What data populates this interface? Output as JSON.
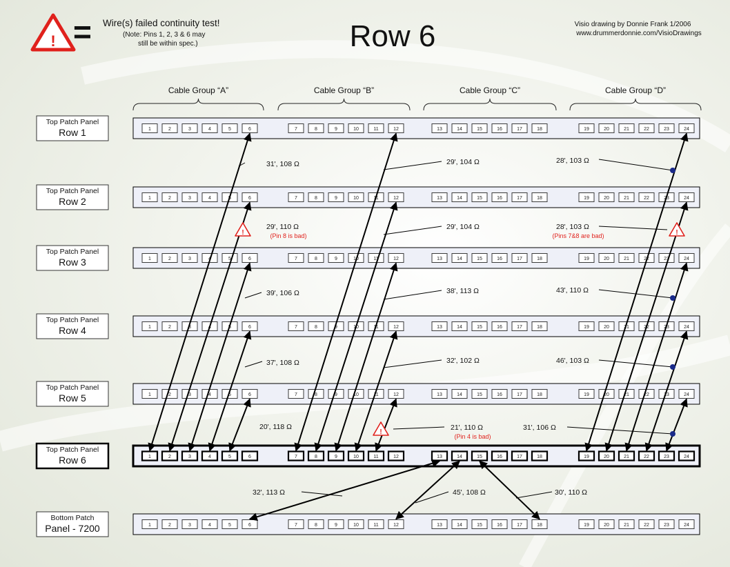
{
  "header": {
    "warning_icon": "warning-triangle-icon",
    "equals_sign": "=",
    "legend_title": "Wire(s) failed continuity test!",
    "legend_note_line1": "(Note: Pins 1, 2, 3 & 6 may",
    "legend_note_line2": "still be within spec.)",
    "title": "Row 6",
    "credit_line1": "Visio drawing by Donnie Frank 1/2006",
    "credit_line2": "www.drummerdonnie.com/VisioDrawings"
  },
  "colors": {
    "warning_red": "#e0211c",
    "junction_blue": "#1a2a8a",
    "panel_fill": "#eef0f8"
  },
  "cable_groups": [
    "Cable Group “A”",
    "Cable Group “B”",
    "Cable Group “C”",
    "Cable Group “D”"
  ],
  "panels": [
    {
      "line1": "Top Patch Panel",
      "line2": "Row 1",
      "highlight": false
    },
    {
      "line1": "Top Patch Panel",
      "line2": "Row 2",
      "highlight": false
    },
    {
      "line1": "Top Patch Panel",
      "line2": "Row 3",
      "highlight": false
    },
    {
      "line1": "Top Patch Panel",
      "line2": "Row 4",
      "highlight": false
    },
    {
      "line1": "Top Patch Panel",
      "line2": "Row 5",
      "highlight": false
    },
    {
      "line1": "Top Patch Panel",
      "line2": "Row 6",
      "highlight": true
    },
    {
      "line1": "Bottom Patch",
      "line2": "Panel - 7200",
      "highlight": false
    }
  ],
  "port_labels": [
    "1",
    "2",
    "3",
    "4",
    "5",
    "6",
    "7",
    "8",
    "9",
    "10",
    "11",
    "12",
    "13",
    "14",
    "15",
    "16",
    "17",
    "18",
    "19",
    "20",
    "21",
    "22",
    "23",
    "24"
  ],
  "measurements": [
    {
      "text": "31', 108 Ω",
      "note": "",
      "failed": false
    },
    {
      "text": "29', 104 Ω",
      "note": "",
      "failed": false
    },
    {
      "text": "28', 103 Ω",
      "note": "",
      "failed": false
    },
    {
      "text": "29', 110 Ω",
      "note": "(Pin 8 is bad)",
      "failed": true
    },
    {
      "text": "29', 104 Ω",
      "note": "",
      "failed": false
    },
    {
      "text": "28', 103 Ω",
      "note": "(Pins 7&8 are bad)",
      "failed": true
    },
    {
      "text": "39', 106 Ω",
      "note": "",
      "failed": false
    },
    {
      "text": "38', 113 Ω",
      "note": "",
      "failed": false
    },
    {
      "text": "43', 110 Ω",
      "note": "",
      "failed": false
    },
    {
      "text": "37', 108 Ω",
      "note": "",
      "failed": false
    },
    {
      "text": "32', 102 Ω",
      "note": "",
      "failed": false
    },
    {
      "text": "46', 103 Ω",
      "note": "",
      "failed": false
    },
    {
      "text": "20', 118 Ω",
      "note": "",
      "failed": false
    },
    {
      "text": "21', 110 Ω",
      "note": "(Pin 4 is bad)",
      "failed": true
    },
    {
      "text": "31', 106 Ω",
      "note": "",
      "failed": false
    },
    {
      "text": "32', 113 Ω",
      "note": "",
      "failed": false
    },
    {
      "text": "45', 108 Ω",
      "note": "",
      "failed": false
    },
    {
      "text": "30', 110 Ω",
      "note": "",
      "failed": false
    }
  ]
}
